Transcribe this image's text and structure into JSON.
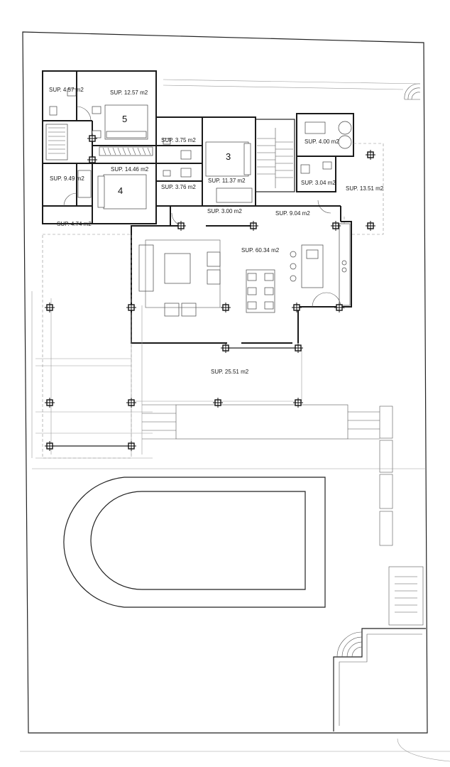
{
  "rooms": [
    {
      "key": "r1",
      "label": "SUP. 4.57 m2"
    },
    {
      "key": "r2",
      "label": "SUP. 12.57 m2"
    },
    {
      "key": "r3",
      "label": "SUP. 3.75 m2"
    },
    {
      "key": "r4",
      "label": "SUP. 14.46 m2"
    },
    {
      "key": "r5",
      "label": "SUP. 9.49 m2"
    },
    {
      "key": "r6",
      "label": "SUP. 3.76 m2"
    },
    {
      "key": "r7",
      "label": "SUP. 11.37 m2"
    },
    {
      "key": "r8",
      "label": "SUP. 4.00 m2"
    },
    {
      "key": "r9",
      "label": "SUP. 3.04 m2"
    },
    {
      "key": "r10",
      "label": "SUP. 13.51 m2"
    },
    {
      "key": "r11",
      "label": "SUP. 3.00 m2"
    },
    {
      "key": "r12",
      "label": "SUP. 9.04 m2"
    },
    {
      "key": "r13",
      "label": "SUP. 4.74 m2"
    },
    {
      "key": "r14",
      "label": "SUP. 60.34 m2"
    },
    {
      "key": "r15",
      "label": "SUP. 25.51 m2"
    }
  ],
  "bedroom_numbers": [
    "5",
    "4",
    "3"
  ]
}
